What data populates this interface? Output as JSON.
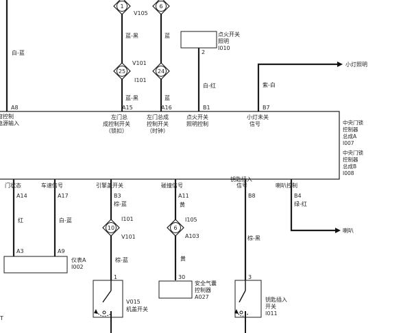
{
  "connectors": {
    "c1": "1",
    "c6": "6",
    "c25": "25",
    "c24": "24",
    "c10": "10",
    "c6b": "6"
  },
  "codes": {
    "v105": "V105",
    "v101": "V101",
    "i101": "I101",
    "i101b": "I101",
    "v101b": "V101",
    "i105": "I105",
    "a103": "A103"
  },
  "wires": {
    "w_top_left": "白-蓝",
    "w_grey_black": "蓝-黑",
    "w_grey": "蓝",
    "w_grey_black2": "蓝-黑",
    "w_grey2": "蓝",
    "w_white_red": "白-红",
    "w_purple_white": "紫-白",
    "w_red": "红",
    "w_white_blue": "白-蓝",
    "w_pink_blue": "棕-蓝",
    "w_yellow": "黄",
    "w_pink_black": "棕-黑",
    "w_green_red": "绿-红",
    "w_pink_blue2": "棕-蓝",
    "w_yellow2": "黄"
  },
  "ignition_switch": {
    "line1": "点火开关",
    "line2": "照明",
    "line3": "I010",
    "pin": "2"
  },
  "outputs": {
    "small_light": "小灯照明",
    "horn": "喇叭"
  },
  "ecu": {
    "name_a": [
      "中央门锁",
      "控制器",
      "总成A",
      "I007"
    ],
    "name_b": [
      "中央门锁",
      "控制器",
      "总成B",
      "I008"
    ],
    "top_pins": [
      {
        "pin": "A8",
        "lines": [
          "窗控制",
          "电源输入"
        ]
      },
      {
        "pin": "A15",
        "lines": [
          "左门总",
          "成控制开关",
          "（锁扣）"
        ]
      },
      {
        "pin": "A16",
        "lines": [
          "左门总成",
          "控制开关",
          "（时钟）"
        ]
      },
      {
        "pin": "B1",
        "lines": [
          "点火开关",
          "照明控制"
        ]
      },
      {
        "pin": "B7",
        "lines": [
          "小灯未关",
          "信号"
        ]
      }
    ],
    "bottom_pins": [
      {
        "pin": "A14",
        "label": "门状态"
      },
      {
        "pin": "A17",
        "label": "车速信号"
      },
      {
        "pin": "B3",
        "label": "引擎盖开关"
      },
      {
        "pin": "A11",
        "label": "碰撞信号"
      },
      {
        "pin": "B8",
        "label": "钥匙插入",
        "label2": "信号"
      },
      {
        "pin": "B4",
        "label": "喇叭控制"
      }
    ]
  },
  "instrument": {
    "name": "仪表A",
    "code": "I002",
    "pin1": "A3",
    "pin2": "A9"
  },
  "hood_switch": {
    "pin": "1",
    "code": "V015",
    "name": "机盖开关"
  },
  "airbag": {
    "pin": "30",
    "line1": "安全气囊",
    "line2": "控制器",
    "line3": "A027"
  },
  "key_switch": {
    "pin": "3",
    "line1": "钥匙插入",
    "line2": "开关",
    "line3": "I011"
  },
  "left_edge": {
    "label": "T"
  }
}
